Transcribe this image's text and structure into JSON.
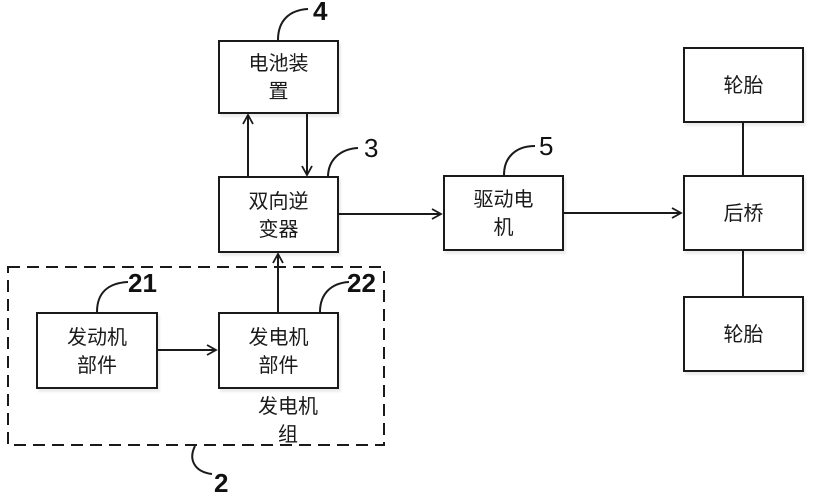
{
  "diagram": {
    "type": "block-diagram",
    "blocks": {
      "battery": {
        "line1": "电池装",
        "line2": "置",
        "ref": "4"
      },
      "inverter": {
        "line1": "双向逆",
        "line2": "变器",
        "ref": "3"
      },
      "drive_motor": {
        "line1": "驱动电",
        "line2": "机",
        "ref": "5"
      },
      "tire_top": {
        "label": "轮胎"
      },
      "rear_axle": {
        "label": "后桥"
      },
      "tire_bottom": {
        "label": "轮胎"
      },
      "engine": {
        "line1": "发动机",
        "line2": "部件",
        "ref": "21"
      },
      "generator": {
        "line1": "发电机",
        "line2": "部件",
        "ref": "22"
      }
    },
    "group": {
      "line1": "发电机",
      "line2": "组",
      "ref": "2"
    },
    "connections": [
      {
        "from": "inverter",
        "to": "battery",
        "arrow": true
      },
      {
        "from": "battery",
        "to": "inverter",
        "arrow": true
      },
      {
        "from": "generator",
        "to": "inverter",
        "arrow": true
      },
      {
        "from": "engine",
        "to": "generator",
        "arrow": true
      },
      {
        "from": "inverter",
        "to": "drive_motor",
        "arrow": true
      },
      {
        "from": "drive_motor",
        "to": "rear_axle",
        "arrow": true
      },
      {
        "from": "rear_axle",
        "to": "tire_top",
        "arrow": false
      },
      {
        "from": "rear_axle",
        "to": "tire_bottom",
        "arrow": false
      }
    ]
  }
}
